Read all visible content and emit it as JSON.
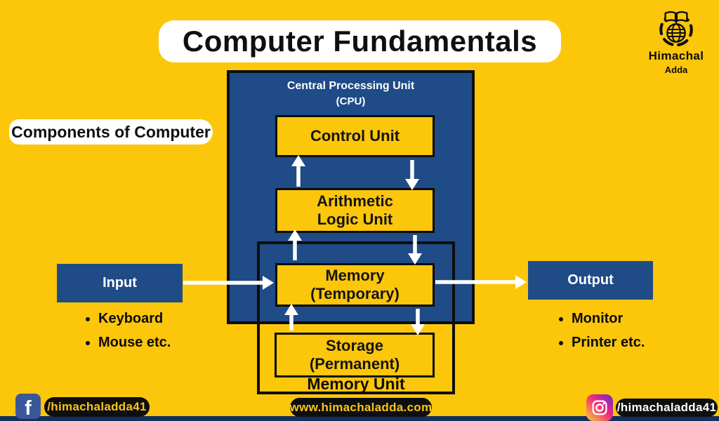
{
  "title": "Computer Fundamentals",
  "subtitle": "Components of Computer",
  "brand": {
    "name_line1": "Himachal",
    "name_line2": "Adda"
  },
  "cpu": {
    "title_line1": "Central Processing Unit",
    "title_line2": "(CPU)"
  },
  "blocks": {
    "control_unit": "Control Unit",
    "alu_line1": "Arithmetic",
    "alu_line2": "Logic Unit",
    "memory_line1": "Memory",
    "memory_line2": "(Temporary)",
    "storage_line1": "Storage",
    "storage_line2": "(Permanent)",
    "memory_unit_label": "Memory Unit"
  },
  "input": {
    "label": "Input",
    "items": [
      "Keyboard",
      "Mouse etc."
    ]
  },
  "output": {
    "label": "Output",
    "items": [
      "Monitor",
      "Printer etc."
    ]
  },
  "footer": {
    "facebook_handle": "/himachaladda41",
    "website": "www.himachaladda.com",
    "instagram_handle": "/himachaladda41"
  },
  "icons": {
    "facebook_glyph": "f",
    "facebook": "facebook-f-icon",
    "instagram": "instagram-camera-icon",
    "brand": "book-globe-icon"
  },
  "colors": {
    "background": "#FCC60B",
    "panel_blue": "#1F4B87",
    "bottom_strip": "#14305A",
    "pill_white": "#FFFFFF",
    "text_black": "#111111",
    "arrow_white": "#FFFFFF",
    "facebook_blue": "#3A579A",
    "footer_pill_black": "#0E0E0E",
    "footer_text_yellow": "#F6C51D"
  }
}
